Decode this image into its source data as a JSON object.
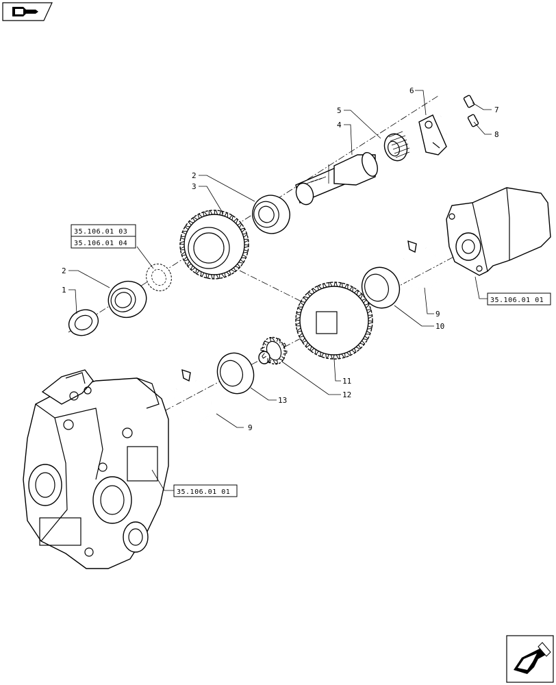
{
  "callouts": {
    "c1": "1",
    "c2a": "2",
    "c2b": "2",
    "c3": "3",
    "c4": "4",
    "c5": "5",
    "c6": "6",
    "c7": "7",
    "c8": "8",
    "c9a": "9",
    "c9b": "9",
    "c10": "10",
    "c11": "11",
    "c12": "12",
    "c13": "13"
  },
  "refs": {
    "ref_03": "35.106.01 03",
    "ref_04": "35.106.01 04",
    "ref_motor": "35.106.01 01",
    "ref_pump": "35.106.01 01"
  },
  "icons": {
    "top_left": "book-arrow-icon",
    "bottom_right": "next-page-arrow-icon"
  }
}
